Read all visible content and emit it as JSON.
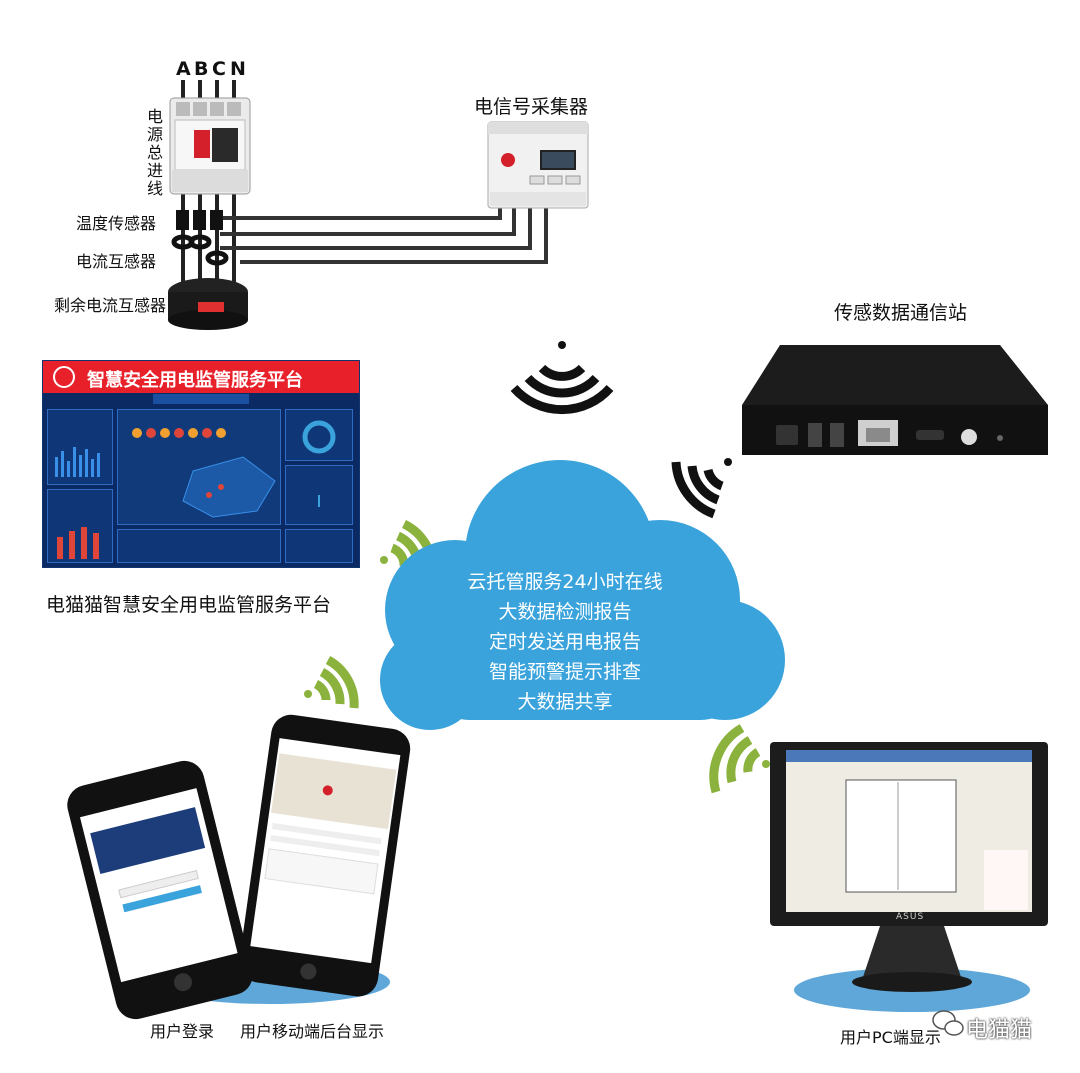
{
  "phases": [
    "A",
    "B",
    "C",
    "N"
  ],
  "labels": {
    "main_line": "电源总进线",
    "temp_sensor": "温度传感器",
    "current_transformer": "电流互感器",
    "residual_ct": "剩余电流互感器",
    "collector": "电信号采集器",
    "station": "传感数据通信站",
    "platform_caption": "电猫猫智慧安全用电监管服务平台",
    "user_login": "用户登录",
    "mobile_backend": "用户移动端后台显示",
    "pc_display": "用户PC端显示"
  },
  "platform": {
    "header": "智慧安全用电监管服务平台"
  },
  "cloud": {
    "lines": [
      "云托管服务24小时在线",
      "大数据检测报告",
      "定时发送用电报告",
      "智能预警提示排查",
      "大数据共享"
    ],
    "color": "#3aa3dc"
  },
  "monitor": {
    "brand": "ASUS"
  },
  "watermark": "电猫猫",
  "colors": {
    "wifi_green": "#8ab23c",
    "wifi_black": "#111111",
    "platform_red": "#e8202a",
    "platform_navy": "#0b2a63"
  }
}
